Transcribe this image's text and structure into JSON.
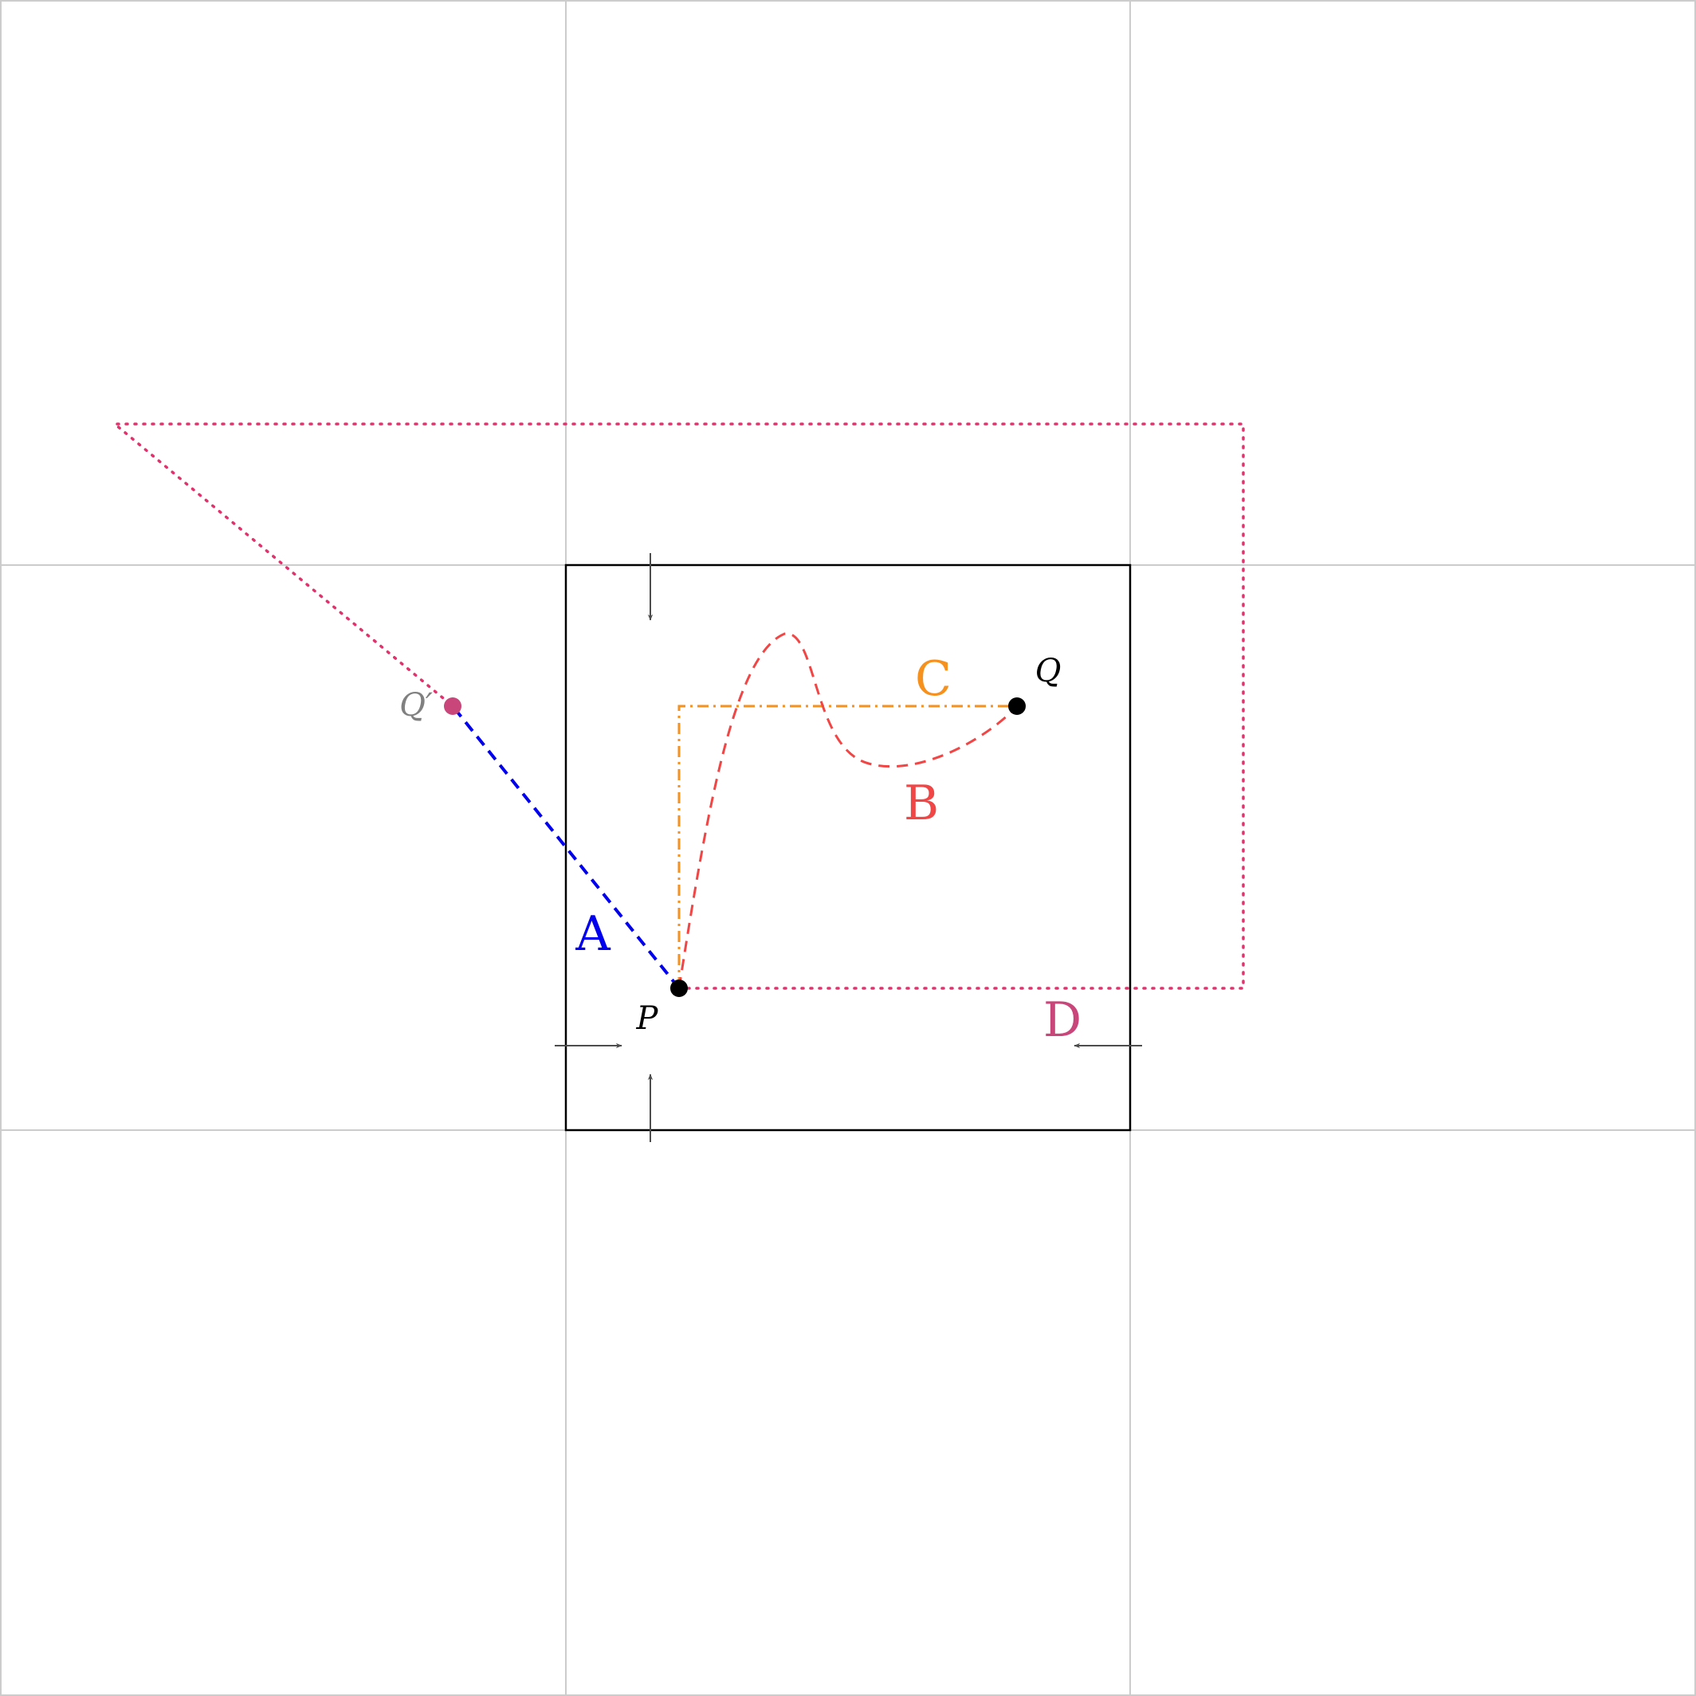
{
  "colors": {
    "grid": "#cccccc",
    "frame": "#000000",
    "arrow": "#4d4d4d",
    "path_a": "#0000ee",
    "path_b": "#f04646",
    "path_c": "#f6911e",
    "path_d": "#e0336e",
    "point": "#000000",
    "point_qprime": "#c8467a",
    "label_d": "#c8467a",
    "label_qprime": "#808080"
  },
  "labels": {
    "path_a": "A",
    "path_b": "B",
    "path_c": "C",
    "path_d": "D",
    "point_p": "P",
    "point_q": "Q",
    "point_q_prime": "Q′"
  },
  "paths": [
    {
      "id": "A",
      "style": "dashed"
    },
    {
      "id": "B",
      "style": "dashed"
    },
    {
      "id": "C",
      "style": "dash-dot"
    },
    {
      "id": "D",
      "style": "dotted"
    }
  ]
}
